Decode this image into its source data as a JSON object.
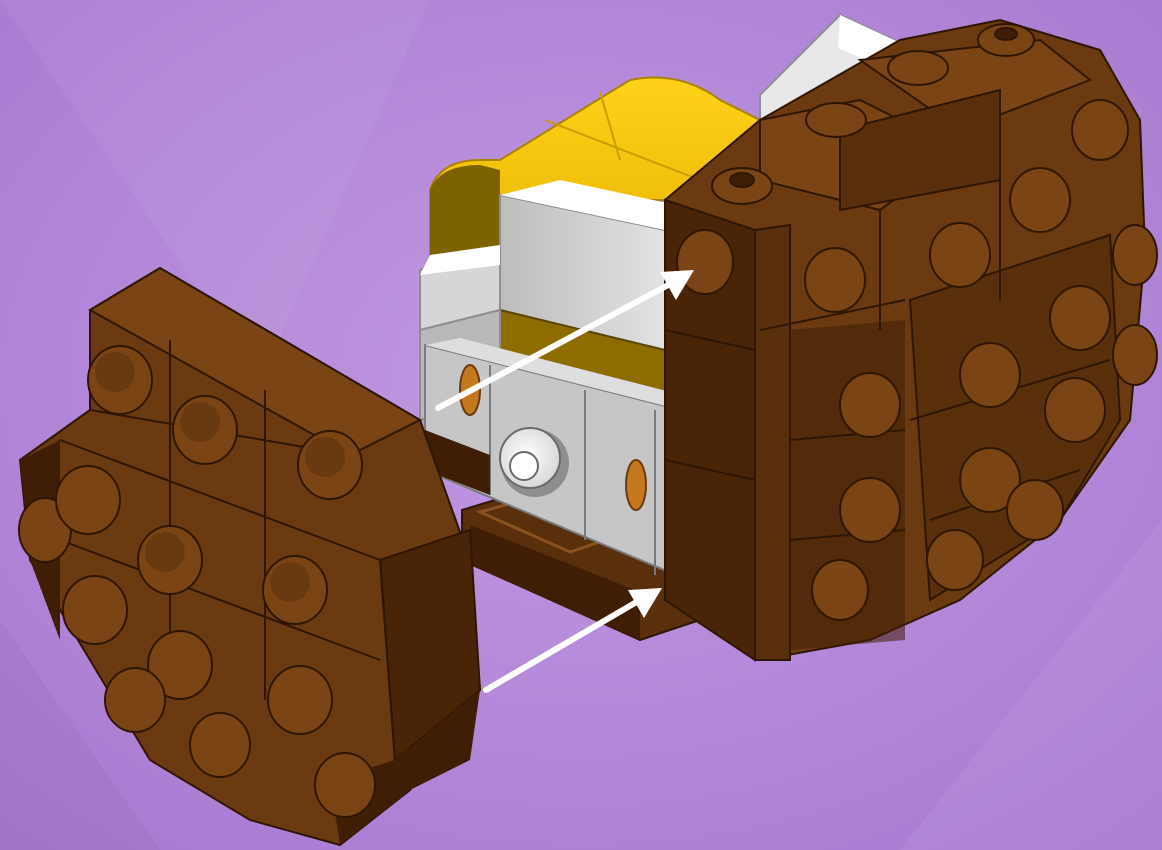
{
  "scene": {
    "subject": "brick-built-model-assembly-step",
    "background_color": "#b184d6",
    "colors": {
      "brick_brown": "#6b3a10",
      "brick_brown_dark": "#3f1e05",
      "brick_brown_light": "#8a5220",
      "yellow": "#f2c200",
      "yellow_dark": "#a98400",
      "white": "#ffffff",
      "grey": "#c9c9c9",
      "grey_dark": "#8e8e8e",
      "arrow": "#ffffff"
    },
    "parts": [
      "loose-brown-plate-assembly",
      "main-brown-body",
      "yellow-top-section",
      "white-grey-middle-section",
      "grey-tiles-with-white-round-studs",
      "brown-base-plate"
    ],
    "arrows": [
      "upper-assembly-arrow",
      "lower-assembly-arrow"
    ]
  }
}
